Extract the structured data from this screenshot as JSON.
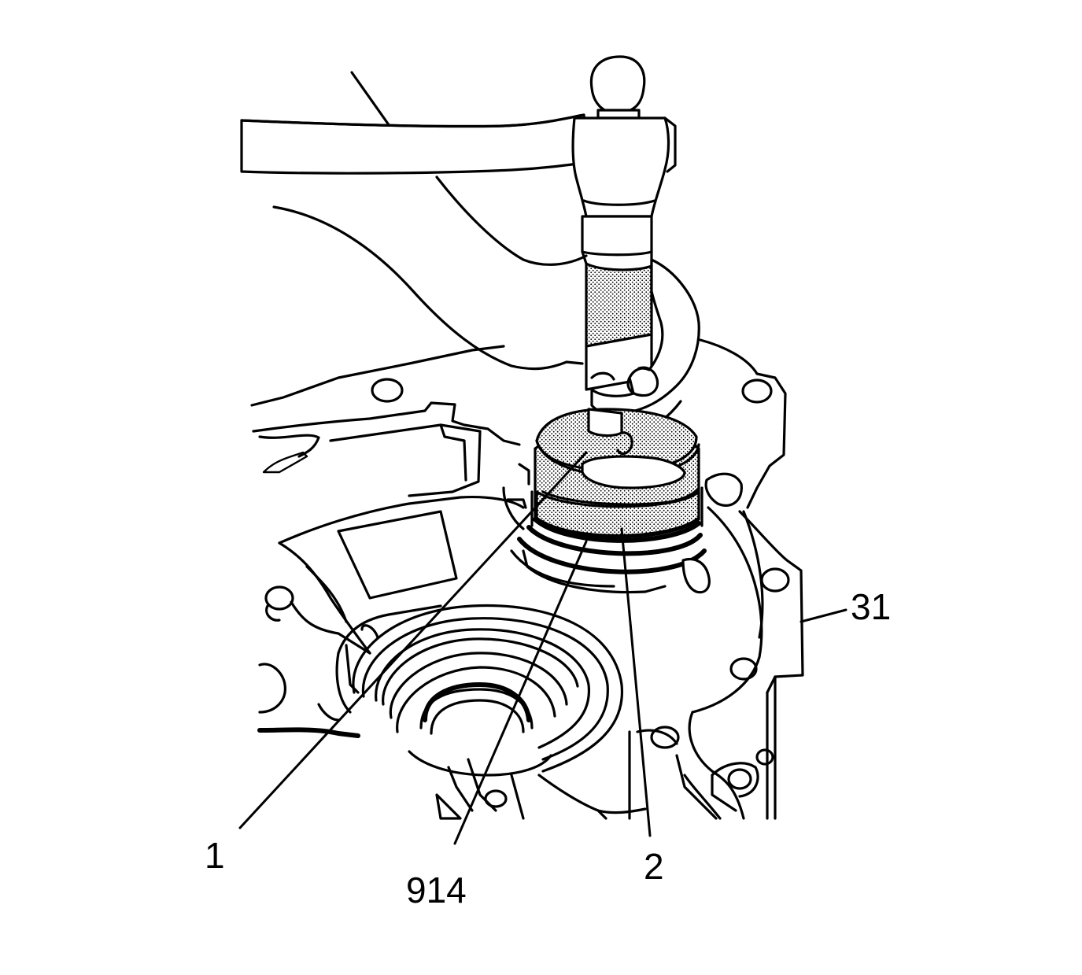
{
  "figure": {
    "callouts": [
      {
        "id": "c1",
        "label": "1"
      },
      {
        "id": "c914",
        "label": "914"
      },
      {
        "id": "c2",
        "label": "2"
      },
      {
        "id": "c31",
        "label": "31"
      }
    ]
  },
  "colors": {
    "line": "#000000",
    "background": "#ffffff",
    "stipple": "#000000"
  }
}
